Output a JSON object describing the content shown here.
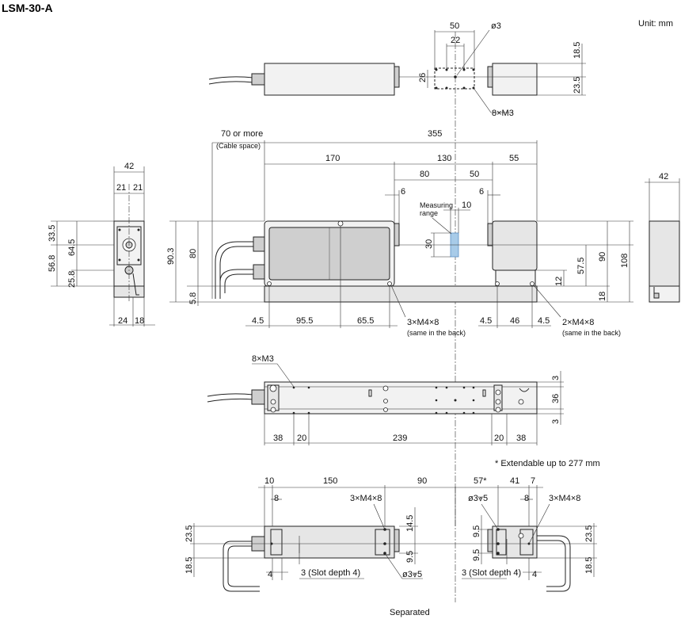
{
  "title": "LSM-30-A",
  "unit": "Unit: mm",
  "notes": {
    "extendable": "* Extendable up to 277 mm",
    "separated": "Separated",
    "cable_space": "(Cable space)",
    "measuring_range_line1": "Measuring",
    "measuring_range_line2": "range",
    "same_in_back": "(same in the back)"
  },
  "callouts": {
    "phi3": "ø3",
    "m3_top": "8×M3",
    "m3_bottom": "8×M3",
    "m4_left": "3×M4×8",
    "m4_right": "2×M4×8",
    "m4_sep_left": "3×M4×8",
    "m4_sep_right": "3×M4×8",
    "phi3_depth_left": "ø3⩔5",
    "phi3_depth_right": "ø3⩔5",
    "slot_left": "3 (Slot depth 4)",
    "slot_right": "3 (Slot depth 4)"
  },
  "dims": {
    "top": {
      "d50": "50",
      "d22": "22",
      "d26": "26",
      "d18_5": "18.5",
      "d23_5": "23.5"
    },
    "front": {
      "cable": "70 or more",
      "d355": "355",
      "d170": "170",
      "d130": "130",
      "d55": "55",
      "d80": "80",
      "d50": "50",
      "d6a": "6",
      "d6b": "6",
      "d10": "10",
      "d30": "30",
      "d90_3": "90.3",
      "d80v": "80",
      "d5_8": "5.8",
      "d90": "90",
      "d108": "108",
      "d57_5": "57.5",
      "d12": "12",
      "d18": "18",
      "b4_5a": "4.5",
      "b95_5": "95.5",
      "b65_5": "65.5",
      "b4_5b": "4.5",
      "b46": "46",
      "b4_5c": "4.5"
    },
    "left": {
      "d42": "42",
      "d21a": "21",
      "d21b": "21",
      "d33_5": "33.5",
      "d64_5": "64.5",
      "d56_8": "56.8",
      "d25_8": "25.8",
      "d24": "24",
      "d18": "18"
    },
    "right": {
      "d42": "42"
    },
    "bottom": {
      "d3a": "3",
      "d36": "36",
      "d3b": "3",
      "d38a": "38",
      "d20a": "20",
      "d239": "239",
      "d20b": "20",
      "d38b": "38"
    },
    "sep": {
      "d10": "10",
      "d150": "150",
      "d90": "90",
      "d8a": "8",
      "d57": "57*",
      "d41": "41",
      "d7": "7",
      "d8b": "8",
      "d23_5a": "23.5",
      "d18_5": "18.5",
      "d14_5": "14.5",
      "d9_5a": "9.5",
      "d4a": "4",
      "d9_5b": "9.5",
      "d9_5c": "9.5",
      "d23_5b": "23.5",
      "d18_5b": "18.5",
      "d4b": "4"
    }
  }
}
